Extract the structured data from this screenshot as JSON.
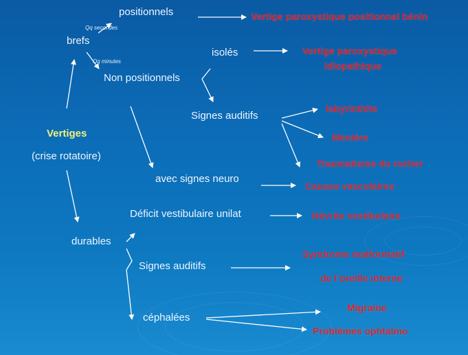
{
  "nodes": {
    "vertiges": "Vertiges",
    "crise_rotatoire": "(crise rotatoire)",
    "brefs": "brefs",
    "durables": "durables",
    "positionnels": "positionnels",
    "qq_secondes": "Qq secondes",
    "qq_minutes": "Qq minutes",
    "non_positionnels": "Non positionnels",
    "isoles": "isolés",
    "signes_auditifs_1": "Signes auditifs",
    "avec_signes_neuro": "avec signes neuro",
    "deficit_vestibulaire": "Déficit vestibulaire unilat",
    "signes_auditifs_2": "Signes auditifs",
    "cephalees": "céphalées"
  },
  "outcomes": {
    "vppb": "Vertige paroxystique positionnel bénin",
    "vpi_line1": "Vertige paroxystique",
    "vpi_line2": "idiopathique",
    "labyrinthite": "labyrinthite",
    "meniere": "Menière",
    "traumatisme": "Traumatisme du rocher",
    "vasculaires": "Causes vasculaires",
    "nevrite": "Névrite vestibulaire",
    "malformatif_line1": "Syndrome malformatif",
    "malformatif_line2": "de l’oreille interne",
    "migraine": "Migraine",
    "ophtalmo": "Problèmes ophtalmo"
  },
  "colors": {
    "background": "#0c6bb6",
    "label_text": "#eef6ff",
    "outcome_red": "#d8202a",
    "highlight_yellow": "#f1f27a"
  }
}
